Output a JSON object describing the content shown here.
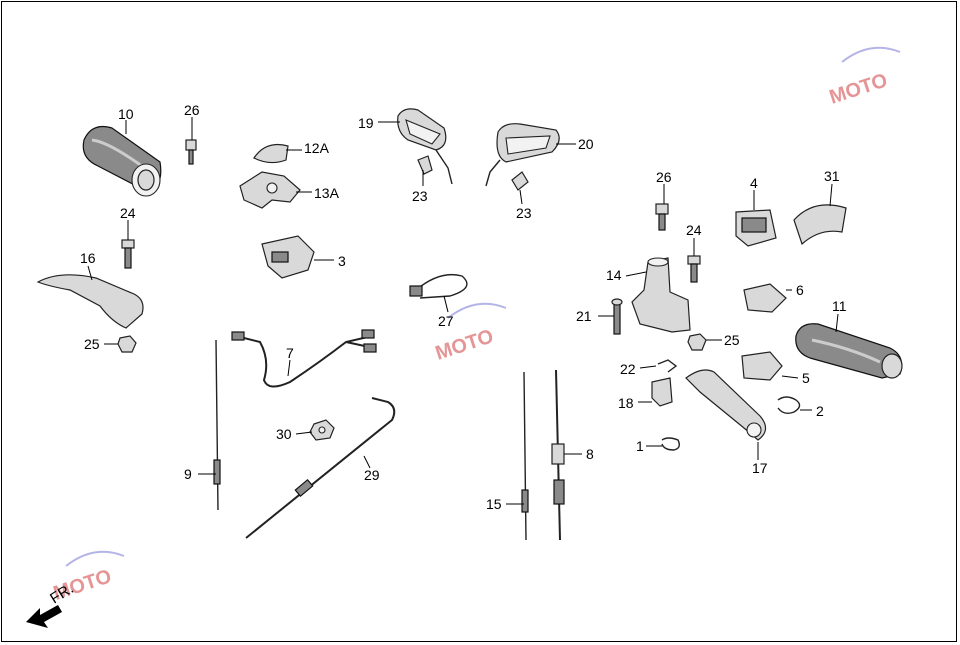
{
  "diagram": {
    "labels": [
      "10",
      "26",
      "12A",
      "13A",
      "3",
      "19",
      "20",
      "23",
      "23",
      "24",
      "16",
      "25",
      "7",
      "27",
      "26",
      "4",
      "31",
      "14",
      "24",
      "21",
      "25",
      "6",
      "11",
      "22",
      "5",
      "18",
      "2",
      "1",
      "17",
      "8",
      "9",
      "30",
      "29",
      "15"
    ],
    "watermark_text": "MOTO",
    "direction_marker": "FR.",
    "accent_color": "#d04040"
  }
}
